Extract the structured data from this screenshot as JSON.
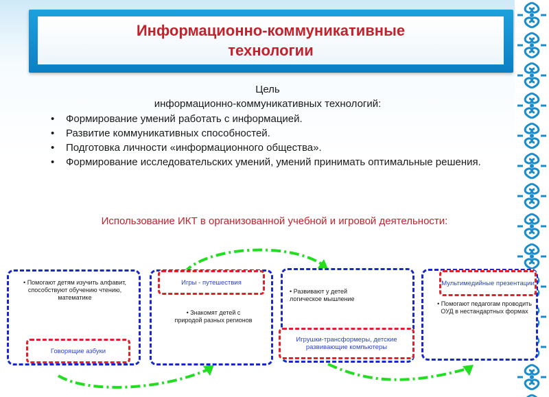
{
  "title": "Информационно-коммуникативные технологии",
  "goal": {
    "heading_line1": "Цель",
    "heading_line2": "информационно-коммуникативных технологий:",
    "items": [
      "Формирование умений работать с информацией.",
      "Развитие коммуникативных  способностей.",
      "Подготовка личности «информационного общества».",
      "Формирование   исследовательских   умений,   умений   принимать оптимальные решения."
    ]
  },
  "usage_heading": "Использование ИКТ в организованной учебной и игровой деятельности:",
  "cards": [
    {
      "text": "• Помогают детям изучить алфавит, способствуют обучению чтению, математике",
      "label": "Говорящие азбуки"
    },
    {
      "text": "• Знакомят детей с природой разных регионов",
      "label": "Игры - путешествия"
    },
    {
      "text": "• Развивают у детей логическое мышление",
      "label": "Игрушки-трансформеры, детские развивающие компьютеры"
    },
    {
      "text": "• Помогают педагогам проводить ОУД  в нестандартных формах",
      "label": "Мультимедийные презентации"
    }
  ],
  "colors": {
    "banner": "#0c7fc3",
    "title_text": "#c1232d",
    "card_border": "#1a28c8",
    "label_border": "#e0202c",
    "label_text": "#2a44c8",
    "arrow": "#22dd22",
    "ornament": "#1a8ccc"
  }
}
